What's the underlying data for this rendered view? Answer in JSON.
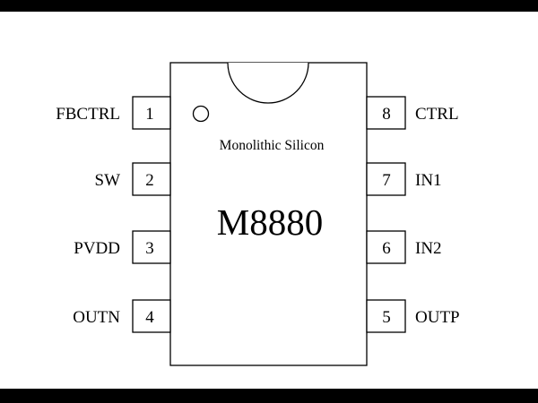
{
  "chip": {
    "manufacturer": "Monolithic Silicon",
    "part_number": "M8880"
  },
  "pins_left": [
    {
      "number": "1",
      "name": "FBCTRL"
    },
    {
      "number": "2",
      "name": "SW"
    },
    {
      "number": "3",
      "name": "PVDD"
    },
    {
      "number": "4",
      "name": "OUTN"
    }
  ],
  "pins_right": [
    {
      "number": "8",
      "name": "CTRL"
    },
    {
      "number": "7",
      "name": "IN1"
    },
    {
      "number": "6",
      "name": "IN2"
    },
    {
      "number": "5",
      "name": "OUTP"
    }
  ],
  "colors": {
    "outline": "#000000",
    "background": "#ffffff",
    "frame_bars": "#000000"
  }
}
